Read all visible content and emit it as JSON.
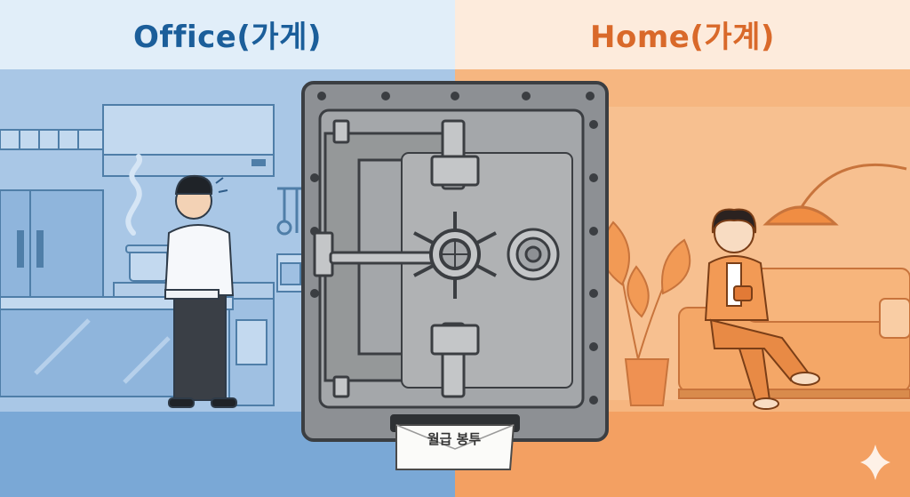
{
  "left_panel": {
    "title": "Office(가게)",
    "title_color": "#1b5e9a",
    "header_bg": "#e1eef9",
    "scene_bg": "#a9c7e6",
    "floor_bg": "#7aa8d6",
    "line_color": "#4f7ea8"
  },
  "right_panel": {
    "title": "Home(가계)",
    "title_color": "#d9692a",
    "header_bg": "#fdebdc",
    "scene_bg": "#f6b680",
    "floor_bg": "#f3a062",
    "line_color": "#c8743c"
  },
  "safe": {
    "body_color": "#8d9094",
    "door_color": "#a4a7aa",
    "outline_color": "#3b3e42"
  },
  "envelope": {
    "label": "월급 봉투",
    "fill": "#fbfbf9"
  },
  "watermark_icon": "sparkle-icon"
}
